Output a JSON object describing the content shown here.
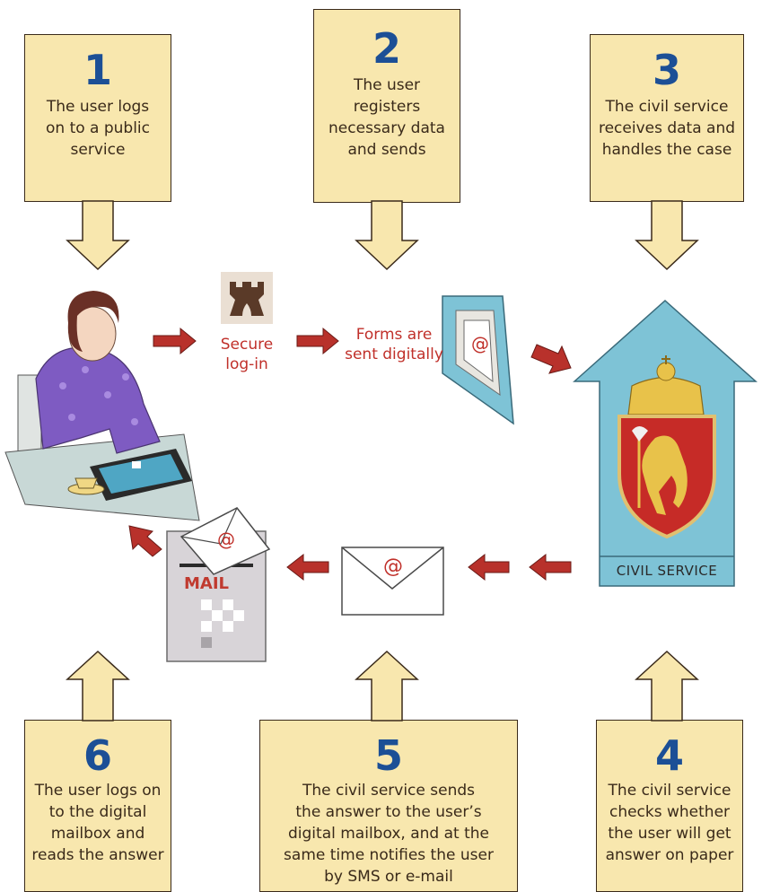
{
  "steps": [
    {
      "number": "1",
      "text": "The user logs\non to a public\nservice"
    },
    {
      "number": "2",
      "text": "The user\nregisters\nnecessary data\nand sends"
    },
    {
      "number": "3",
      "text": "The civil service\nreceives data and\nhandles the case"
    },
    {
      "number": "4",
      "text": "The civil service\nchecks whether\nthe user will get\nanswer on paper"
    },
    {
      "number": "5",
      "text": "The civil service sends\nthe answer to the user’s\ndigital mailbox, and at the\nsame time notifies the user\nby SMS or e-mail"
    },
    {
      "number": "6",
      "text": "The user logs on\nto the digital\nmailbox and\nreads the answer"
    }
  ],
  "labels": {
    "secure_login": "Secure\nlog-in",
    "forms_sent": "Forms are\nsent digitally",
    "civil_service": "CIVIL SERVICE",
    "mail": "MAIL",
    "at_symbol": "@"
  },
  "colors": {
    "box_fill": "#f8e7ae",
    "number": "#1c4f96",
    "arrow_red": "#b8312b",
    "civil_blue": "#7ec3d6"
  }
}
